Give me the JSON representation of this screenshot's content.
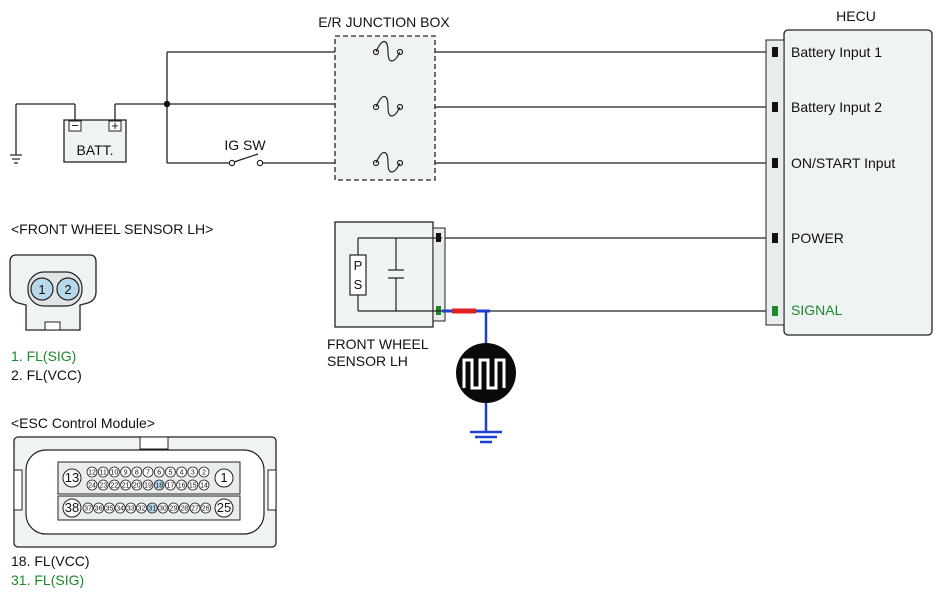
{
  "diagram": {
    "junction_box_label": "E/R JUNCTION BOX",
    "hecu_label": "HECU",
    "battery_label": "BATT.",
    "battery_minus": "−",
    "battery_plus": "+",
    "ig_switch_label": "IG SW",
    "hecu_pins": {
      "battery_input_1": "Battery Input 1",
      "battery_input_2": "Battery Input 2",
      "on_start_input": "ON/START Input",
      "power": "POWER",
      "signal": "SIGNAL"
    },
    "sensor_block": {
      "label_line1": "FRONT WHEEL",
      "label_line2": "SENSOR LH",
      "p_label": "P",
      "s_label": "S"
    },
    "connector_sensor": {
      "title": "<FRONT WHEEL SENSOR LH>",
      "pin1": "1",
      "pin2": "2",
      "legend_1": "1. FL(SIG)",
      "legend_2": "2. FL(VCC)"
    },
    "connector_esc": {
      "title": "<ESC Control Module>",
      "big_13": "13",
      "big_1": "1",
      "big_38": "38",
      "big_25": "25",
      "row1": [
        "12",
        "11",
        "10",
        "9",
        "8",
        "7",
        "6",
        "5",
        "4",
        "3",
        "2"
      ],
      "row2": [
        "24",
        "23",
        "22",
        "21",
        "20",
        "19",
        "18",
        "17",
        "16",
        "15",
        "14"
      ],
      "row3": [
        "37",
        "36",
        "35",
        "34",
        "33",
        "32",
        "31",
        "30",
        "29",
        "28",
        "27",
        "26"
      ],
      "legend_18": "18. FL(VCC)",
      "legend_31": "31. FL(SIG)"
    },
    "colors": {
      "signal_green": "#1a8a2a",
      "wire_red": "#e02020",
      "wire_blue": "#1f3fd0",
      "box_fill": "#f0f3f3",
      "pin_blue": "#b8d8ec"
    }
  }
}
